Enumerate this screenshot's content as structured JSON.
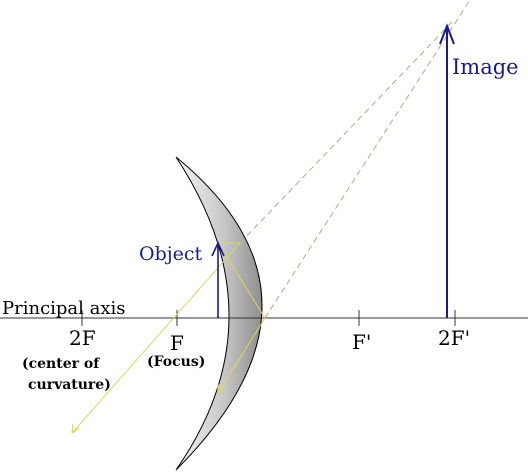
{
  "labels": {
    "principal_axis": "Principal axis",
    "two_f": "2F",
    "center_of": "(center of",
    "curvature": "curvature)",
    "f": "F",
    "focus": "(Focus)",
    "f_prime": "F'",
    "two_f_prime": "2F'",
    "object": "Object",
    "image": "Image"
  },
  "colors": {
    "axis": "#333333",
    "arrow": "#1a1a8c",
    "label_blue": "#1a1a8c",
    "ray": "#d8d860",
    "extension": "#b0aa88",
    "mirror_light": "#f2f2f2",
    "mirror_dark": "#9a9a9a"
  }
}
